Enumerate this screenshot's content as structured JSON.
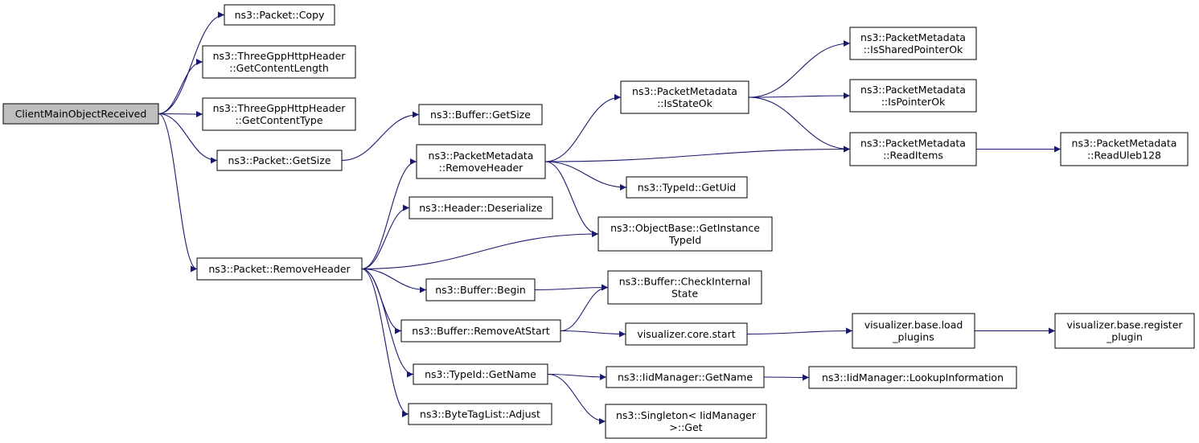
{
  "colors": {
    "edge": "#191970",
    "node_fill": "#ffffff",
    "root_fill": "#bfbfbf",
    "node_border": "#000000"
  },
  "nodes": [
    {
      "id": "root",
      "lines": [
        "ClientMainObjectReceived"
      ],
      "root": true
    },
    {
      "id": "packet-copy",
      "lines": [
        "ns3::Packet::Copy"
      ]
    },
    {
      "id": "http-content-length",
      "lines": [
        "ns3::ThreeGppHttpHeader",
        "::GetContentLength"
      ]
    },
    {
      "id": "http-content-type",
      "lines": [
        "ns3::ThreeGppHttpHeader",
        "::GetContentType"
      ]
    },
    {
      "id": "packet-getsize",
      "lines": [
        "ns3::Packet::GetSize"
      ]
    },
    {
      "id": "packet-removeheader",
      "lines": [
        "ns3::Packet::RemoveHeader"
      ]
    },
    {
      "id": "buffer-getsize",
      "lines": [
        "ns3::Buffer::GetSize"
      ]
    },
    {
      "id": "pm-removeheader",
      "lines": [
        "ns3::PacketMetadata",
        "::RemoveHeader"
      ]
    },
    {
      "id": "header-deserialize",
      "lines": [
        "ns3::Header::Deserialize"
      ]
    },
    {
      "id": "buffer-begin",
      "lines": [
        "ns3::Buffer::Begin"
      ]
    },
    {
      "id": "buffer-removeatstart",
      "lines": [
        "ns3::Buffer::RemoveAtStart"
      ]
    },
    {
      "id": "typeid-getname",
      "lines": [
        "ns3::TypeId::GetName"
      ]
    },
    {
      "id": "bytetaglist-adjust",
      "lines": [
        "ns3::ByteTagList::Adjust"
      ]
    },
    {
      "id": "pm-isstateok",
      "lines": [
        "ns3::PacketMetadata",
        "::IsStateOk"
      ]
    },
    {
      "id": "typeid-getuid",
      "lines": [
        "ns3::TypeId::GetUid"
      ]
    },
    {
      "id": "objectbase-getinstancetypeid",
      "lines": [
        "ns3::ObjectBase::GetInstance",
        "TypeId"
      ]
    },
    {
      "id": "buffer-checkinternalstate",
      "lines": [
        "ns3::Buffer::CheckInternal",
        "State"
      ]
    },
    {
      "id": "vis-core-start",
      "lines": [
        "visualizer.core.start"
      ]
    },
    {
      "id": "iidmanager-getname",
      "lines": [
        "ns3::IidManager::GetName"
      ]
    },
    {
      "id": "singleton-get",
      "lines": [
        "ns3::Singleton< IidManager",
        ">::Get"
      ]
    },
    {
      "id": "pm-issharedpointerok",
      "lines": [
        "ns3::PacketMetadata",
        "::IsSharedPointerOk"
      ]
    },
    {
      "id": "pm-ispointerok",
      "lines": [
        "ns3::PacketMetadata",
        "::IsPointerOk"
      ]
    },
    {
      "id": "pm-readitems",
      "lines": [
        "ns3::PacketMetadata",
        "::ReadItems"
      ]
    },
    {
      "id": "vis-base-loadplugins",
      "lines": [
        "visualizer.base.load",
        "_plugins"
      ]
    },
    {
      "id": "iidmanager-lookupinformation",
      "lines": [
        "ns3::IidManager::LookupInformation"
      ]
    },
    {
      "id": "pm-readuleb128",
      "lines": [
        "ns3::PacketMetadata",
        "::ReadUleb128"
      ]
    },
    {
      "id": "vis-base-registerplugin",
      "lines": [
        "visualizer.base.register",
        "_plugin"
      ]
    }
  ],
  "edges": [
    [
      "root",
      "packet-copy"
    ],
    [
      "root",
      "http-content-length"
    ],
    [
      "root",
      "http-content-type"
    ],
    [
      "root",
      "packet-getsize"
    ],
    [
      "root",
      "packet-removeheader"
    ],
    [
      "packet-getsize",
      "buffer-getsize"
    ],
    [
      "packet-removeheader",
      "pm-removeheader"
    ],
    [
      "packet-removeheader",
      "header-deserialize"
    ],
    [
      "packet-removeheader",
      "objectbase-getinstancetypeid"
    ],
    [
      "packet-removeheader",
      "buffer-begin"
    ],
    [
      "packet-removeheader",
      "buffer-removeatstart"
    ],
    [
      "packet-removeheader",
      "typeid-getname"
    ],
    [
      "packet-removeheader",
      "bytetaglist-adjust"
    ],
    [
      "pm-removeheader",
      "pm-isstateok"
    ],
    [
      "pm-removeheader",
      "pm-readitems"
    ],
    [
      "pm-removeheader",
      "typeid-getuid"
    ],
    [
      "pm-removeheader",
      "objectbase-getinstancetypeid"
    ],
    [
      "pm-isstateok",
      "pm-issharedpointerok"
    ],
    [
      "pm-isstateok",
      "pm-ispointerok"
    ],
    [
      "pm-isstateok",
      "pm-readitems"
    ],
    [
      "pm-readitems",
      "pm-readuleb128"
    ],
    [
      "buffer-begin",
      "buffer-checkinternalstate"
    ],
    [
      "buffer-removeatstart",
      "buffer-checkinternalstate"
    ],
    [
      "buffer-removeatstart",
      "vis-core-start"
    ],
    [
      "vis-core-start",
      "vis-base-loadplugins"
    ],
    [
      "vis-base-loadplugins",
      "vis-base-registerplugin"
    ],
    [
      "typeid-getname",
      "iidmanager-getname"
    ],
    [
      "typeid-getname",
      "singleton-get"
    ],
    [
      "iidmanager-getname",
      "iidmanager-lookupinformation"
    ]
  ]
}
